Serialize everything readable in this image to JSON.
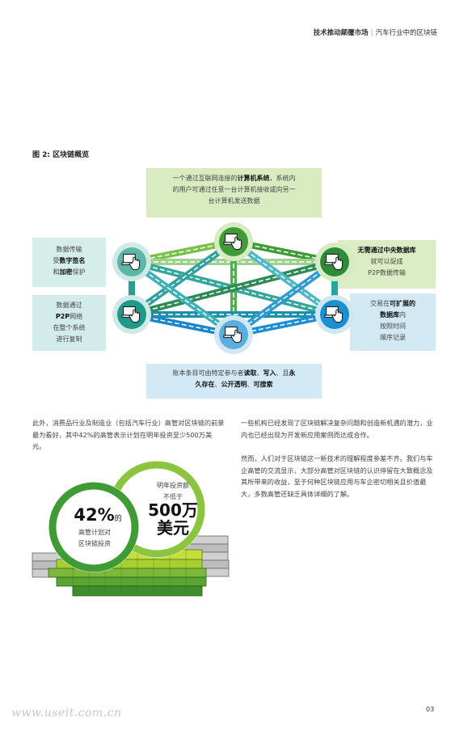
{
  "header": {
    "title_bold": "技术推动颠覆市场",
    "separator": "|",
    "subtitle": "汽车行业中的区块链"
  },
  "figure": {
    "title": "图 2: 区块链概览",
    "box_top": {
      "line1_pre": "一个通过互联网连接的",
      "line1_bold": "计算机系统",
      "line1_post": "，系统内",
      "line2": "的用户可通过任意一台计算机接收或向另一",
      "line3": "台计算机发送数据"
    },
    "box_left1": {
      "line1": "数据传输",
      "line2_pre": "受",
      "line2_bold": "数字签名",
      "line3_pre": "和",
      "line3_bold": "加密",
      "line3_post": "保护"
    },
    "box_left2": {
      "line1": "数据通过",
      "line2_bold": "P2P",
      "line2_post": "网络",
      "line3": "在整个系统",
      "line4": "进行复制"
    },
    "box_right1": {
      "line1_bold": "无需通过中央数据库",
      "line2": "就可以促成",
      "line3": "P2P数据传输"
    },
    "box_right2": {
      "line1_pre": "交易在",
      "line1_bold": "可扩展的",
      "line2_bold": "数据库",
      "line2_post": "内",
      "line3": "按照时间",
      "line4": "顺序记录"
    },
    "box_bottom": {
      "line1_pre": "账本条目可由特定参与者",
      "line1_bold1": "读取",
      "line1_mid1": "、",
      "line1_bold2": "写入",
      "line1_mid2": "、且",
      "line1_bold3": "永",
      "line2_bold1": "久存在",
      "line2_mid1": "、",
      "line2_bold2": "公开透明",
      "line2_mid2": "、",
      "line2_bold3": "可搜索"
    }
  },
  "body": {
    "para1": "此外，消费品行业及制造业（包括汽车行业）高管对区块链的前景最为看好，其中42%的高管表示计划在明年投资至少500万美元。",
    "para2": "一些机构已经发现了区块链解决复杂问题和创造新机遇的潜力，业内也已经出现为开发新应用案例而达成合作。",
    "para3": "然而，人们对于区块链这一新技术的理解程度参差不齐。我们与车企高管的交流显示，大部分高管对区块链的认识停留在大致概念及其所带来的收益，至于何种区块链应用与车企密切相关且价值最大，多数高管还缺乏具体详细的了解。"
  },
  "stats": {
    "left_pct": "42%",
    "left_suffix": "的",
    "left_desc_line1": "高管计划对",
    "left_desc_line2": "区块链投资",
    "right_desc_line1": "明年投资额",
    "right_desc_line2": "不低于",
    "right_big_line1": "500万",
    "right_big_line2": "美元"
  },
  "colors": {
    "green_dark": "#3f9b35",
    "green_light": "#8bc53f",
    "teal": "#2a9d8f",
    "blue": "#1c8fd1"
  },
  "icons": [
    "computer-icon",
    "hand-cursor-icon"
  ],
  "footer": {
    "page_number": "03",
    "watermark": "www.useit.com.cn"
  }
}
